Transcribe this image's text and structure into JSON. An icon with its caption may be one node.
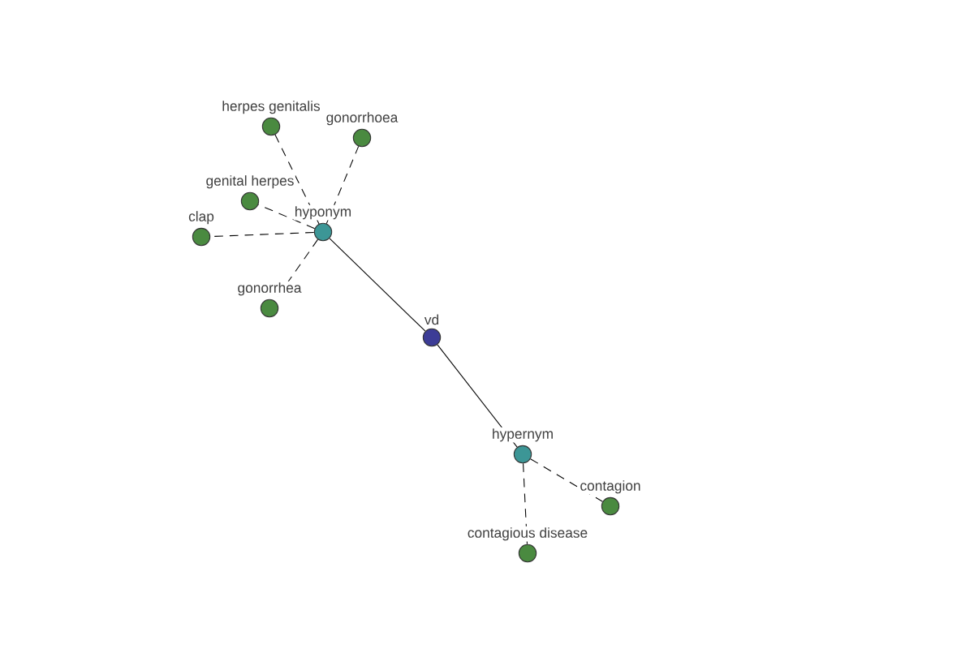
{
  "diagram": {
    "nodes": [
      {
        "text": [
          "vd"
        ]
      },
      {
        "text": [
          "hyponym"
        ]
      },
      {
        "text": [
          "hypernym"
        ]
      },
      {
        "text": [
          "herpes genitalis"
        ]
      },
      {
        "text": [
          "gonorrhoea"
        ]
      },
      {
        "text": [
          "genital herpes"
        ]
      },
      {
        "text": [
          "clap"
        ]
      },
      {
        "text": [
          "gonorrhea"
        ]
      },
      {
        "text": [
          "contagion"
        ]
      },
      {
        "text": [
          "contagious disease"
        ]
      }
    ],
    "edges": [
      {
        "from": 0,
        "to": 1,
        "arrow": "none"
      },
      {
        "from": 0,
        "to": 2,
        "arrow": "none"
      },
      {
        "from": 1,
        "to": 3,
        "arrow": "none",
        "style": "dashed"
      },
      {
        "from": 1,
        "to": 4,
        "arrow": "none",
        "style": "dashed"
      },
      {
        "from": 1,
        "to": 5,
        "arrow": "none",
        "style": "dashed"
      },
      {
        "from": 1,
        "to": 6,
        "arrow": "none",
        "style": "dashed"
      },
      {
        "from": 1,
        "to": 7,
        "arrow": "none",
        "style": "dashed"
      },
      {
        "from": 2,
        "to": 8,
        "arrow": "none",
        "style": "dashed"
      },
      {
        "from": 2,
        "to": 9,
        "arrow": "none",
        "style": "dashed"
      }
    ]
  }
}
